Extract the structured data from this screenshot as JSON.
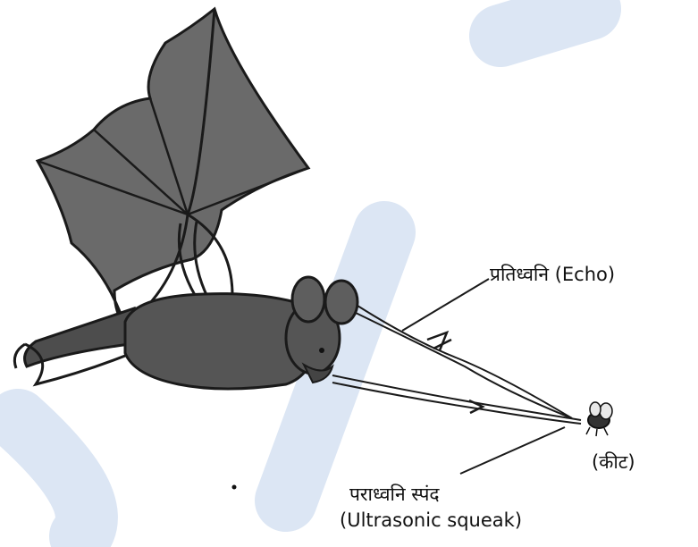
{
  "labels": {
    "echo": "प्रतिध्वनि (Echo)",
    "insect": "(कीट)",
    "squeak_hindi": "पराध्वनि स्पंद",
    "squeak_english": "(Ultrasonic squeak)"
  },
  "colors": {
    "bat_body": "#555555",
    "bat_wing": "#6a6a6a",
    "outline": "#1a1a1a",
    "watermark": "#dce6f4"
  }
}
